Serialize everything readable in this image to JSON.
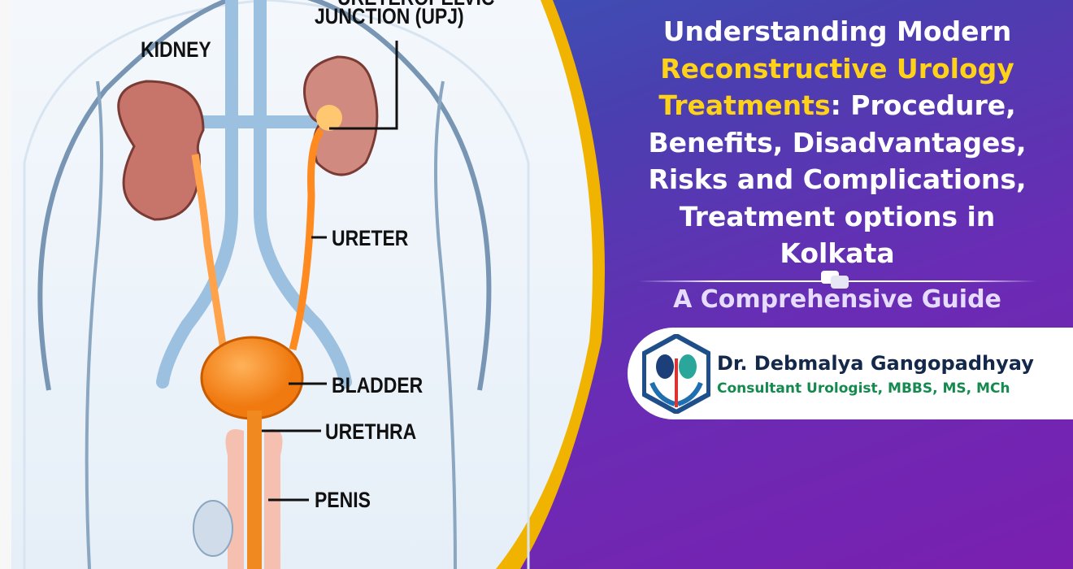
{
  "title": {
    "line1": "Understanding Modern",
    "highlight": "Reconstructive Urology Treatments",
    "rest": ": Procedure, Benefits, Disadvantages, Risks and Complications, Treatment options in Kolkata"
  },
  "subtitle": "A Comprehensive Guide",
  "doctor": {
    "name": "Dr. Debmalya Gangopadhyay",
    "credentials": "Consultant Urologist, MBBS, MS, MCh"
  },
  "labels": {
    "upj_top": "URETEROPELVIC",
    "upj": "JUNCTION (UPJ)",
    "kidney": "KIDNEY",
    "ureter": "URETER",
    "bladder": "BLADDER",
    "urethra": "URETHRA",
    "penis": "PENIS"
  },
  "colors": {
    "highlight": "#ffd21a",
    "name": "#14284b",
    "credentials": "#148a4e",
    "accent_gold": "#f0b400"
  }
}
